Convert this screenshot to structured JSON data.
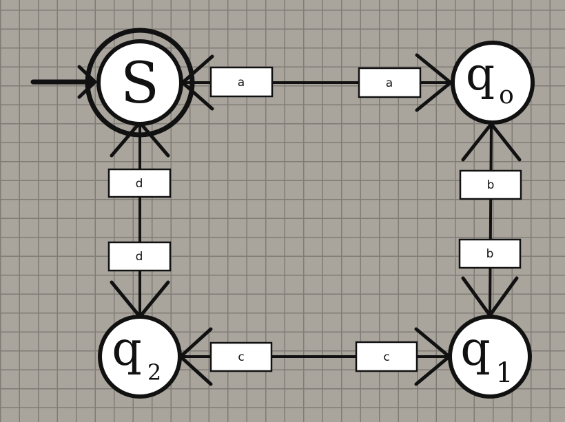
{
  "diagram": {
    "states": [
      {
        "id": "S",
        "label": "S",
        "sub": "",
        "start": true,
        "accepting": true
      },
      {
        "id": "q0",
        "label": "q",
        "sub": "o",
        "start": false,
        "accepting": false
      },
      {
        "id": "q1",
        "label": "q",
        "sub": "1",
        "start": false,
        "accepting": false
      },
      {
        "id": "q2",
        "label": "q",
        "sub": "2",
        "start": false,
        "accepting": false
      }
    ],
    "transitions": [
      {
        "from": "S",
        "to": "q0",
        "label": "a"
      },
      {
        "from": "q0",
        "to": "S",
        "label": "a"
      },
      {
        "from": "q0",
        "to": "q1",
        "label": "b"
      },
      {
        "from": "q1",
        "to": "q0",
        "label": "b"
      },
      {
        "from": "q1",
        "to": "q2",
        "label": "c"
      },
      {
        "from": "q2",
        "to": "q1",
        "label": "c"
      },
      {
        "from": "q2",
        "to": "S",
        "label": "d"
      },
      {
        "from": "S",
        "to": "q2",
        "label": "d"
      }
    ],
    "colors": {
      "ink": "#111111",
      "fill": "#ffffff",
      "grid_bg": "#a9a59d",
      "grid_line": "#7f7b75"
    }
  }
}
